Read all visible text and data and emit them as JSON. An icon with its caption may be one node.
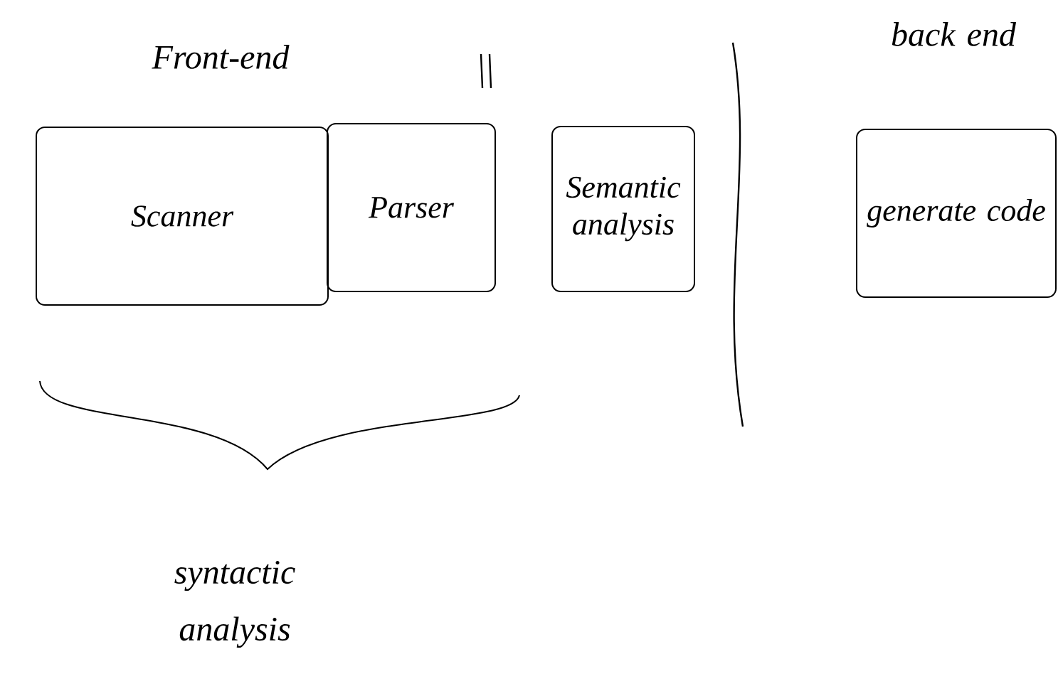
{
  "diagram": {
    "nodes": [
      {
        "text": [
          "Scanner"
        ]
      },
      {
        "text": [
          "Parser"
        ]
      },
      {
        "text": [
          "Semantic analysis"
        ]
      },
      {
        "text": [
          "generate code"
        ]
      }
    ],
    "labels": [
      "Front-end",
      "back end",
      "syntactic analysis"
    ]
  }
}
